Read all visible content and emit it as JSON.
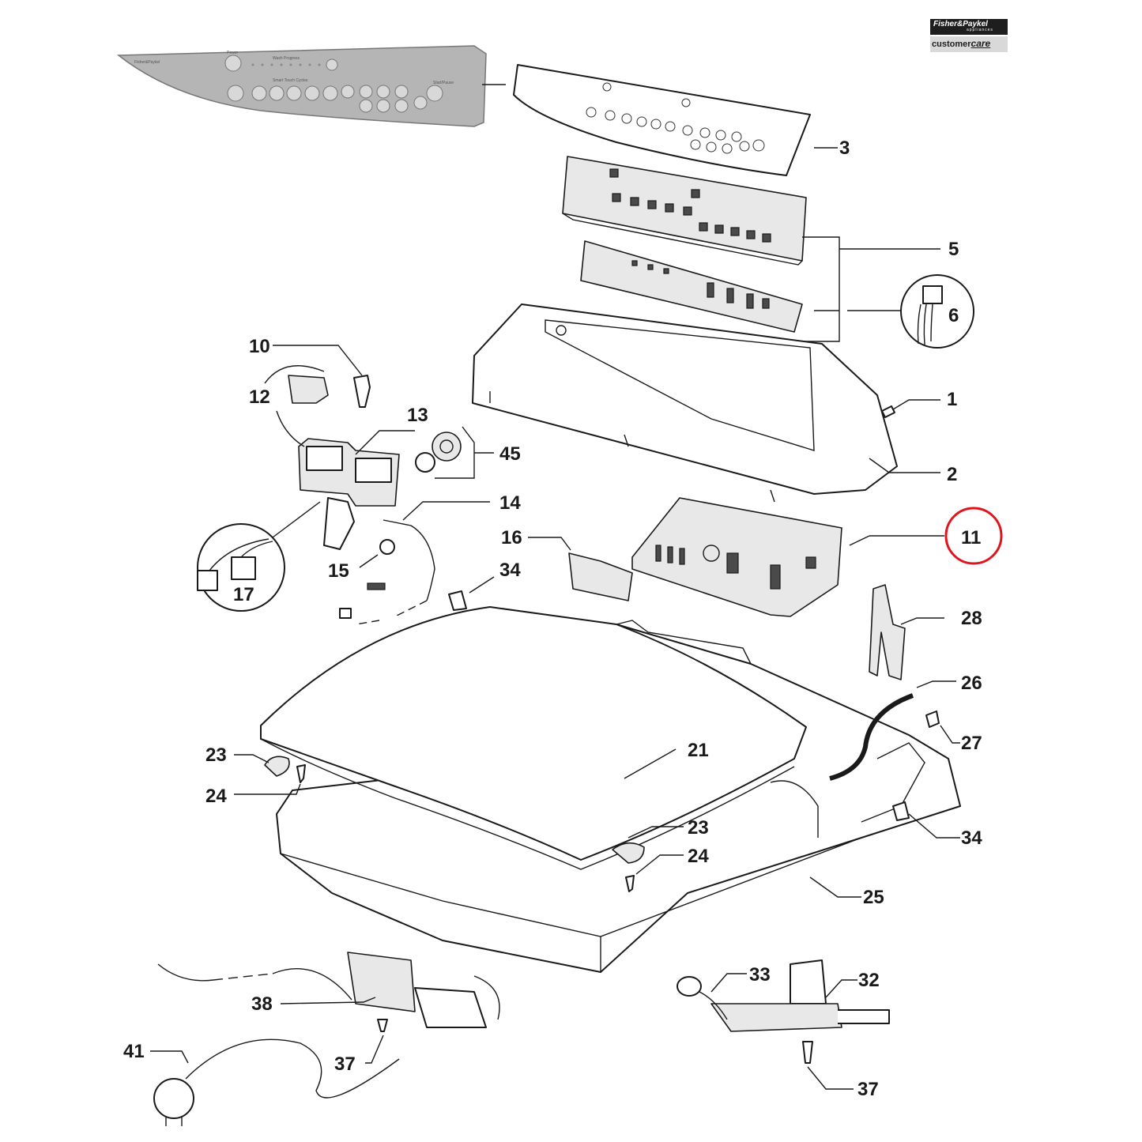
{
  "brand": {
    "logo_top": "Fisher&Paykel",
    "logo_top_sub": "appliances",
    "logo_bottom_a": "customer",
    "logo_bottom_b": "care"
  },
  "panel_brand": "Fisher&Paykel",
  "panel_labels": {
    "power": "Power",
    "wash_progress": "Wash Progress",
    "smart_touch": "Smart Touch Cycles",
    "start_pause": "Start/Pause"
  },
  "callouts": {
    "c1": "1",
    "c2": "2",
    "c3": "3",
    "c5": "5",
    "c6": "6",
    "c10": "10",
    "c11": "11",
    "c12": "12",
    "c13": "13",
    "c14": "14",
    "c15": "15",
    "c16": "16",
    "c17": "17",
    "c21": "21",
    "c23a": "23",
    "c23b": "23",
    "c24a": "24",
    "c24b": "24",
    "c25": "25",
    "c26": "26",
    "c27": "27",
    "c28": "28",
    "c32": "32",
    "c33": "33",
    "c34a": "34",
    "c34b": "34",
    "c37a": "37",
    "c37b": "37",
    "c38": "38",
    "c41": "41",
    "c45": "45"
  },
  "highlight": {
    "part": "11",
    "color": "#e0141b"
  }
}
